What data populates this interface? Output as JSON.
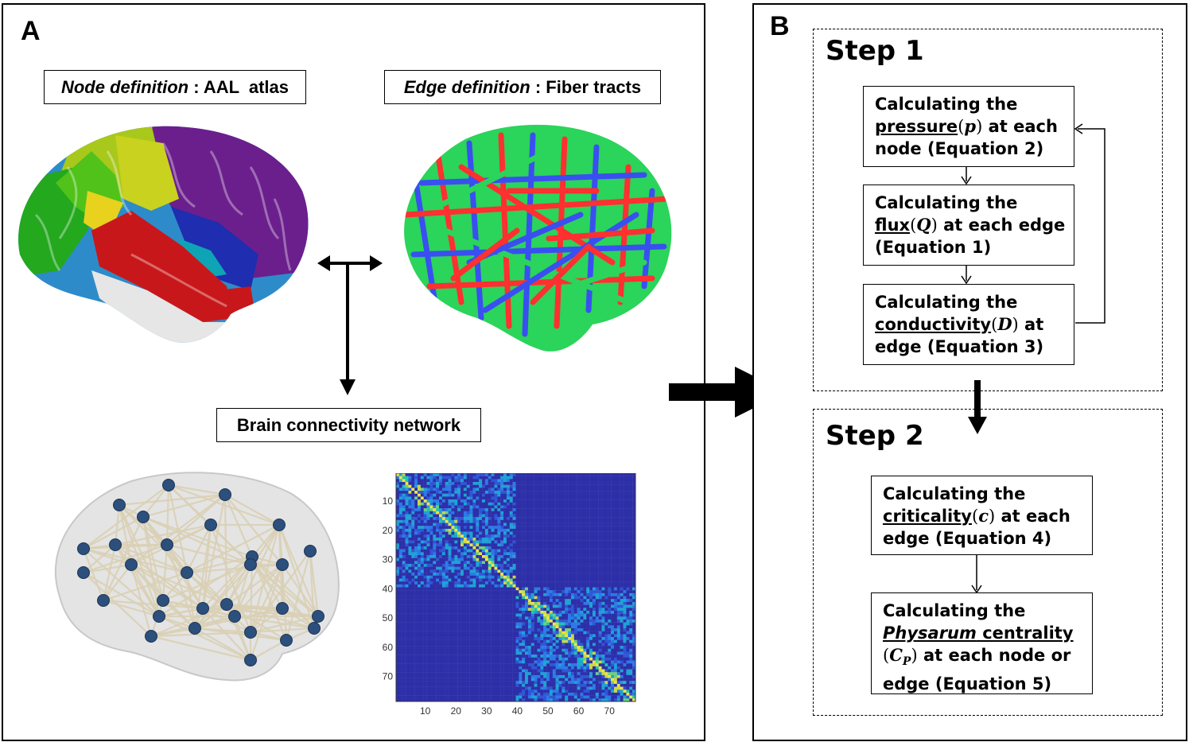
{
  "panel_a": {
    "label": "A",
    "node_def": {
      "italic": "Node definition",
      "rest": " : AAL  atlas"
    },
    "edge_def": {
      "italic": "Edge definition",
      "rest": " : Fiber tracts"
    },
    "network_label": "Brain connectivity network",
    "matrix_ticks": [
      "10",
      "20",
      "30",
      "40",
      "50",
      "60",
      "70"
    ]
  },
  "panel_b": {
    "label": "B",
    "step1": {
      "title": "Step 1",
      "box1": {
        "l1": "Calculating the",
        "term": "pressure",
        "sym": "p",
        "l2rest": " at each",
        "l3": "node (Equation 2)"
      },
      "box2": {
        "l1": "Calculating the",
        "term": "flux",
        "sym": "Q",
        "l2rest": " at each edge",
        "l3": "(Equation 1)"
      },
      "box3": {
        "l1": "Calculating the",
        "term": "conductivity",
        "sym": "D",
        "l2rest": " at",
        "l3": "edge (Equation 3)"
      }
    },
    "step2": {
      "title": "Step 2",
      "box4": {
        "l1": "Calculating the",
        "term": "criticality",
        "sym": "c",
        "l2rest": " at each",
        "l3": "edge (Equation 4)"
      },
      "box5": {
        "l1": "Calculating the",
        "term_italic": "Physarum",
        "term_rest": " centrality",
        "sym": "C",
        "sub": "P",
        "l3rest": " at each node or",
        "l4": "edge (Equation 5)"
      }
    }
  },
  "colors": {
    "node": "#2c4f7c",
    "edge": "#d9cfb4",
    "matrix_low": "#2d2fa8",
    "matrix_high": "#f0e442"
  }
}
